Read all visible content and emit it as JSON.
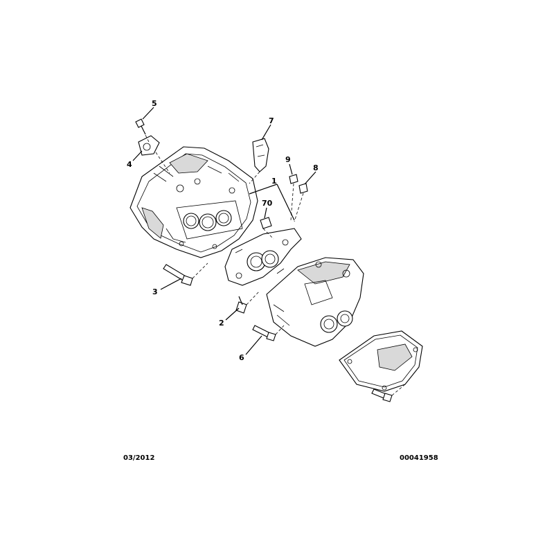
{
  "callouts": {
    "c1": "1",
    "c2": "2",
    "c3": "3",
    "c4": "4",
    "c5": "5",
    "c6": "6",
    "c7": "7",
    "c8": "8",
    "c9": "9",
    "c70": "70"
  },
  "footer": {
    "date": "03/2012",
    "reference": "00041958"
  }
}
